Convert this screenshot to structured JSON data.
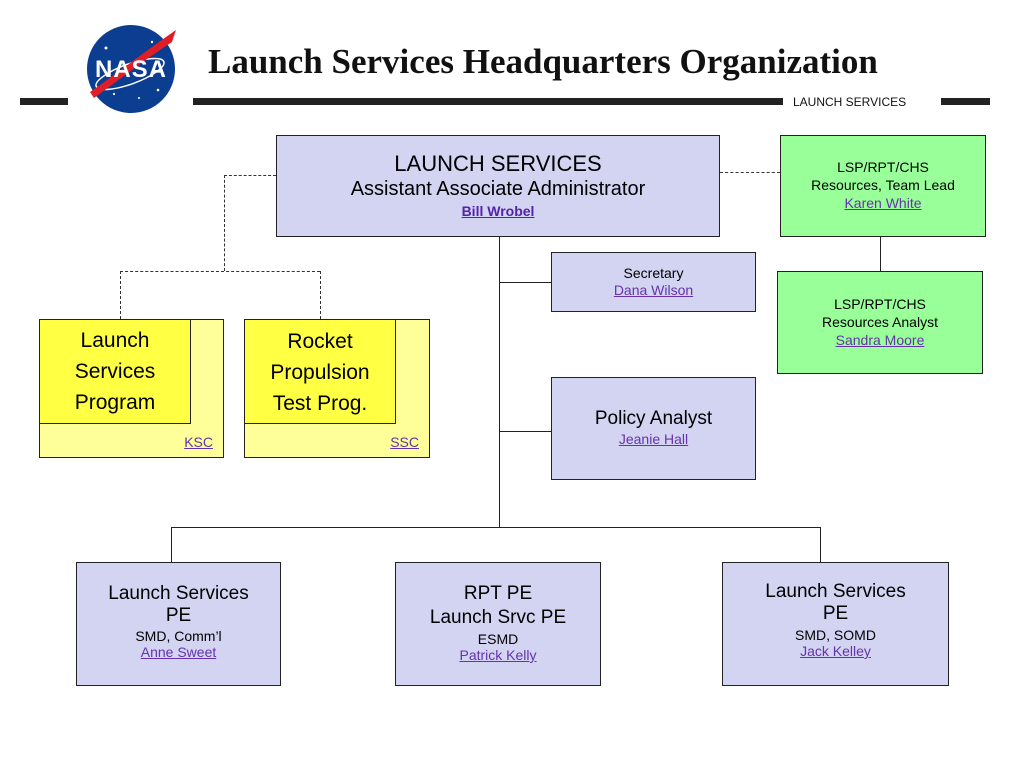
{
  "header": {
    "logo_text": "NASA",
    "title": "Launch Services Headquarters Organization",
    "tag": "LAUNCH SERVICES"
  },
  "top_box": {
    "line1": "LAUNCH SERVICES",
    "line2": "Assistant Associate Administrator",
    "name": "Bill Wrobel"
  },
  "green_boxes": [
    {
      "line1": "LSP/RPT/CHS",
      "line2": "Resources, Team Lead",
      "name": "Karen White"
    },
    {
      "line1": "LSP/RPT/CHS",
      "line2": "Resources Analyst",
      "name": "Sandra Moore"
    }
  ],
  "staff": [
    {
      "role": "Secretary",
      "name": "Dana Wilson"
    },
    {
      "role": "Policy Analyst",
      "name": "Jeanie Hall"
    }
  ],
  "programs": [
    {
      "line1": "Launch",
      "line2": "Services",
      "line3": "Program",
      "center": "KSC"
    },
    {
      "line1": "Rocket",
      "line2": "Propulsion",
      "line3": "Test Prog.",
      "center": "SSC"
    }
  ],
  "bottom": [
    {
      "line1": "Launch Services",
      "line2": "PE",
      "org": "SMD, Comm’l",
      "name": "Anne Sweet "
    },
    {
      "line1": "RPT PE",
      "line2": "Launch Srvc PE",
      "org": "ESMD",
      "name": "Patrick Kelly"
    },
    {
      "line1": "Launch Services",
      "line2": "PE",
      "org": "SMD, SOMD",
      "name": "Jack Kelley"
    }
  ],
  "colors": {
    "lavender": "#d3d3f2",
    "green": "#99ff99",
    "yellow": "#ffff99",
    "link": "#6633aa"
  }
}
